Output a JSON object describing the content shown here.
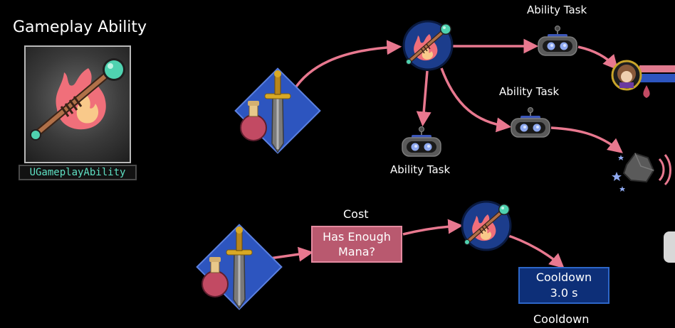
{
  "title": "Gameplay Ability",
  "class_label": "UGameplayAbility",
  "labels": {
    "task_top": "Ability Task",
    "task_mid": "Ability Task",
    "task_bottom": "Ability Task",
    "cost": "Cost",
    "cooldown": "Cooldown"
  },
  "cost_box": {
    "line1": "Has Enough",
    "line2": "Mana?"
  },
  "cooldown_box": {
    "line1": "Cooldown",
    "line2": "3.0 s"
  },
  "colors": {
    "arrow": "#e8788f",
    "cost_box": "#b9596f",
    "cooldown_box": "#0d2f78",
    "class_text": "#5fe0c3",
    "ability_circle": "#1c3d8c"
  },
  "icons": [
    "staff-flame-icon",
    "sword-potion-icon",
    "robot-task-icon",
    "character-portrait-icon",
    "rock-impact-icon"
  ]
}
